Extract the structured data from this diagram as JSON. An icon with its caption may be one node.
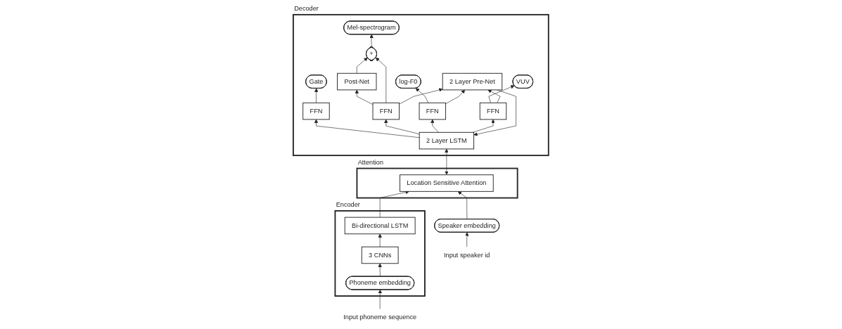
{
  "diagram": {
    "nodes": [
      {
        "text": [
          "Attention"
        ]
      },
      {
        "text": [
          "Location Sensitive Attention"
        ],
        "in": 0
      },
      {
        "text": [
          "Decoder"
        ]
      },
      {
        "text": [
          "Gate"
        ],
        "in": 2
      },
      {
        "text": [
          "Mel-spectrogram"
        ],
        "in": 2
      },
      {
        "text": [
          "log-F0"
        ],
        "in": 2
      },
      {
        "text": [
          "VUV"
        ],
        "in": 2
      },
      {
        "text": [
          "+"
        ],
        "in": 2
      },
      {
        "text": [
          "Post-Net"
        ],
        "in": 2
      },
      {
        "text": [
          "FFN"
        ],
        "in": 2
      },
      {
        "text": [
          "FFN"
        ],
        "in": 2
      },
      {
        "text": [
          "FFN"
        ],
        "in": 2
      },
      {
        "text": [
          "FFN"
        ],
        "in": 2
      },
      {
        "text": [
          "2 Layer LSTM"
        ],
        "in": 2
      },
      {
        "text": [
          "2 Layer Pre-Net"
        ],
        "in": 2
      },
      {
        "text": [
          "Encoder"
        ]
      },
      {
        "text": [
          "Bi-directional LSTM"
        ],
        "in": 15
      },
      {
        "text": [
          "3 CNNs"
        ],
        "in": 15
      },
      {
        "text": [
          "Phoneme embedding"
        ],
        "in": 15
      },
      {
        "text": [
          "Speaker embedding"
        ]
      },
      {
        "text": [
          "Input speaker id"
        ]
      },
      {
        "text": [
          "Input phoneme sequence"
        ]
      }
    ],
    "edges": [
      {
        "from": 20,
        "to": 19,
        "arrow": "to"
      },
      {
        "from": 21,
        "to": 18,
        "arrow": "to"
      },
      {
        "from": 18,
        "to": 17,
        "arrow": "to"
      },
      {
        "from": 17,
        "to": 16,
        "arrow": "to"
      },
      {
        "from": 16,
        "to": 1,
        "arrow": "to"
      },
      {
        "from": 19,
        "to": 1,
        "arrow": "to"
      },
      {
        "from": 1,
        "to": 13,
        "arrow": "both"
      },
      {
        "from": 14,
        "to": 13,
        "arrow": "to"
      },
      {
        "from": 13,
        "to": 9,
        "arrow": "to"
      },
      {
        "from": 13,
        "to": 10,
        "arrow": "to"
      },
      {
        "from": 13,
        "to": 11,
        "arrow": "to"
      },
      {
        "from": 13,
        "to": 12,
        "arrow": "to"
      },
      {
        "from": 9,
        "to": 3,
        "arrow": "to"
      },
      {
        "from": 10,
        "to": 8,
        "arrow": "to"
      },
      {
        "from": 10,
        "to": 7,
        "arrow": "to"
      },
      {
        "from": 8,
        "to": 7,
        "arrow": "to"
      },
      {
        "from": 7,
        "to": 4,
        "arrow": "to"
      },
      {
        "from": 11,
        "to": 5,
        "arrow": "to"
      },
      {
        "from": 12,
        "to": 6,
        "arrow": "to"
      },
      {
        "from": 10,
        "to": 14,
        "arrow": "to"
      },
      {
        "from": 11,
        "to": 14,
        "arrow": "to"
      },
      {
        "from": 12,
        "to": 14,
        "arrow": "to"
      }
    ]
  }
}
